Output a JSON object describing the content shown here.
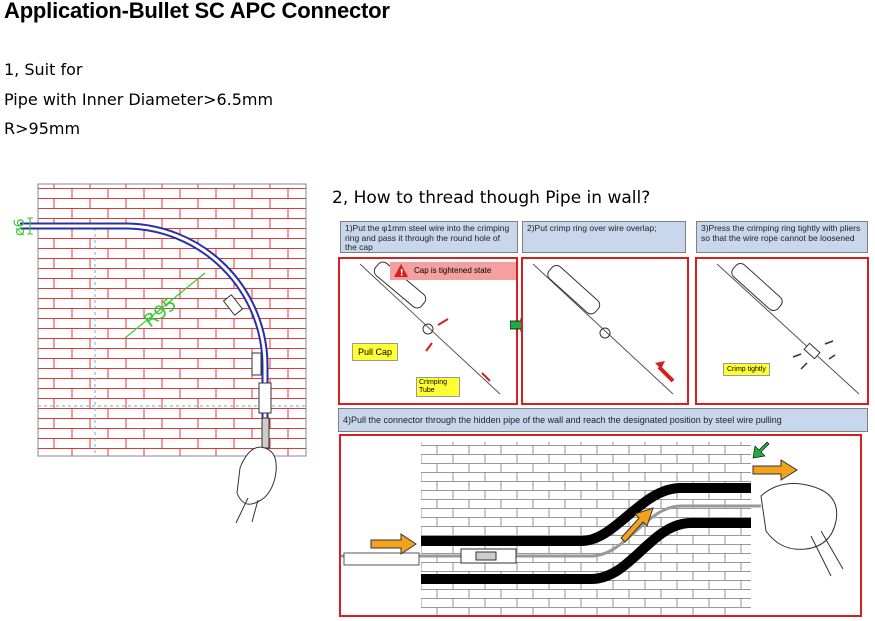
{
  "title": "Application-Bullet SC APC Connector",
  "specs": {
    "heading": "1, Suit for",
    "line1": "Pipe with Inner Diameter>6.5mm",
    "line2": "R>95mm"
  },
  "left_diagram": {
    "dim_diameter": "ø6",
    "dim_radius": "R95"
  },
  "section2_title": "2, How to thread though Pipe in wall?",
  "steps": [
    {
      "text": "1)Put the φ1mm steel wire into the crimping ring and pass it through the round hole of the cap"
    },
    {
      "text": "2)Put crimp ring over wire overlap;"
    },
    {
      "text": "3)Press the crimping ring tightly with pliers so that the wire rope cannot be loosened"
    },
    {
      "text": "4)Pull the connector through the hidden pipe of the wall and reach the designated position by steel wire pulling"
    }
  ],
  "callouts": {
    "warning": "Cap is tightened state",
    "pull_cap": "Pull Cap",
    "crimping_tube": "Crimping Tube",
    "crimp_tightly": "Crimp tightly"
  },
  "colors": {
    "frame_red": "#d32020",
    "step_blue": "#c9d7ec",
    "brick_red": "#e03a3a",
    "note_yellow": "#ffff33",
    "arrow_orange": "#f2a21b",
    "arrow_green": "#22aa44",
    "dim_green": "#33cc33"
  }
}
